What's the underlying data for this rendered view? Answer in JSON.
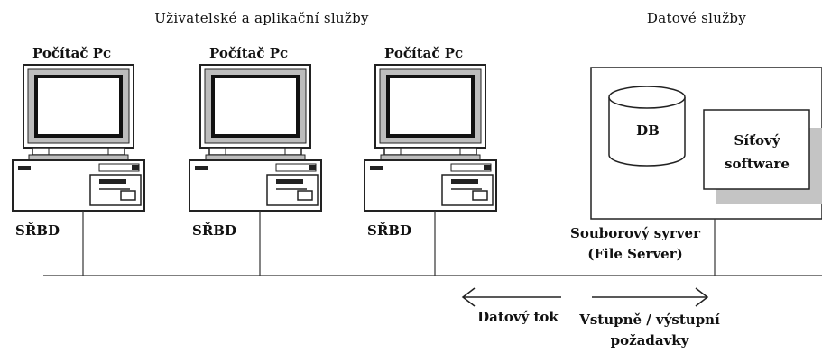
{
  "headers": {
    "user_services": "Uživatelské a aplikační služby",
    "data_services": "Datové služby"
  },
  "computers": [
    {
      "title": "Počítač Pc",
      "dbms": "SŘBD"
    },
    {
      "title": "Počítač Pc",
      "dbms": "SŘBD"
    },
    {
      "title": "Počítač Pc",
      "dbms": "SŘBD"
    }
  ],
  "server": {
    "db_label": "DB",
    "network_software_line1": "Síťový",
    "network_software_line2": "software",
    "name_line1": "Souborový syrver",
    "name_line2": "(File Server)"
  },
  "flows": {
    "data_flow": "Datový tok",
    "io_requests_line1": "Vstupně / výstupní",
    "io_requests_line2": "požadavky"
  }
}
